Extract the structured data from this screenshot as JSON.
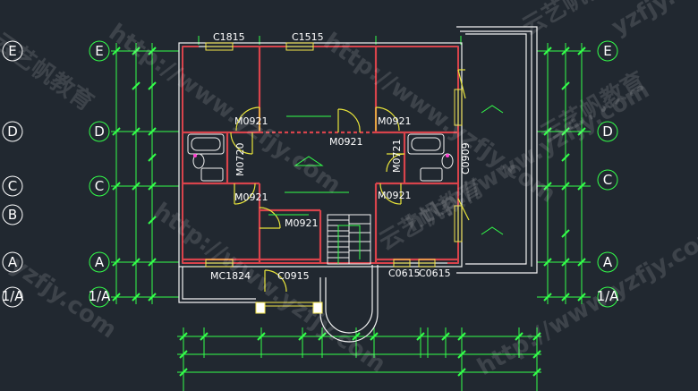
{
  "colors": {
    "background": "#212830",
    "wall_red": "#d8434b",
    "wall_white": "#f2f2f2",
    "dimension_green": "#33ff4a",
    "window_yellow": "#f5e64a",
    "door_yellow": "#e8e43a",
    "magenta_fixture": "#ff3fd1"
  },
  "grid_axes": {
    "left": [
      "E",
      "D",
      "C",
      "B",
      "A",
      "1/A"
    ],
    "right": [
      "E",
      "D",
      "C",
      "A",
      "1/A"
    ],
    "inner_left": [
      "E",
      "D",
      "C",
      "A",
      "1/A"
    ]
  },
  "window_labels": {
    "c1815": "C1815",
    "c1515": "C1515",
    "c0909": "C0909",
    "c0615_a": "C0615",
    "c0615_b": "C0615",
    "c0915": "C0915",
    "mc1824": "MC1824"
  },
  "door_labels": {
    "m0921_nw": "M0921",
    "m0921_ne": "M0921",
    "m0921_center": "M0921",
    "m0720": "M0720",
    "m0721": "M0721",
    "m0921_sw": "M0921",
    "m0921_se": "M0921",
    "m0921_south": "M0921"
  },
  "watermarks": {
    "url": "http://www.yzfjy.com",
    "cn": "云艺帆教育",
    "short": "yzfjy.com"
  }
}
